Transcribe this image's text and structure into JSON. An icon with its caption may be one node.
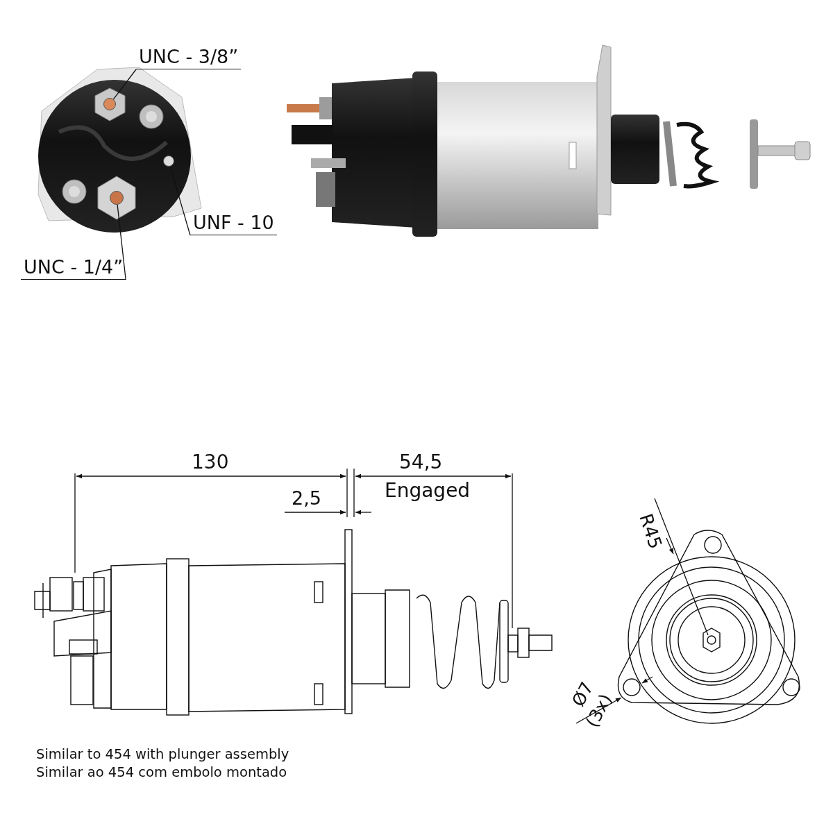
{
  "diagram": {
    "nodes": [
      {
        "text": [
          "UNC - 3/8”"
        ]
      },
      {
        "text": [],
        "shape": "circle"
      },
      {
        "text": [
          "UNF - 10"
        ]
      },
      {
        "text": [],
        "shape": "circle"
      },
      {
        "text": [
          "UNC - 1/4”"
        ]
      },
      {
        "text": [],
        "shape": "circle"
      }
    ],
    "edges": [
      {
        "from": 0,
        "to": 1,
        "arrow": "none"
      },
      {
        "from": 2,
        "to": 3,
        "arrow": "none"
      },
      {
        "from": 4,
        "to": 5,
        "arrow": "none"
      }
    ],
    "labels": [
      "130",
      "54,5",
      "Engaged",
      "2,5",
      "R45",
      "Ø7",
      "(3x)",
      "Similar to 454 with plunger assembly",
      "Similar ao 454 com embolo montado"
    ]
  }
}
